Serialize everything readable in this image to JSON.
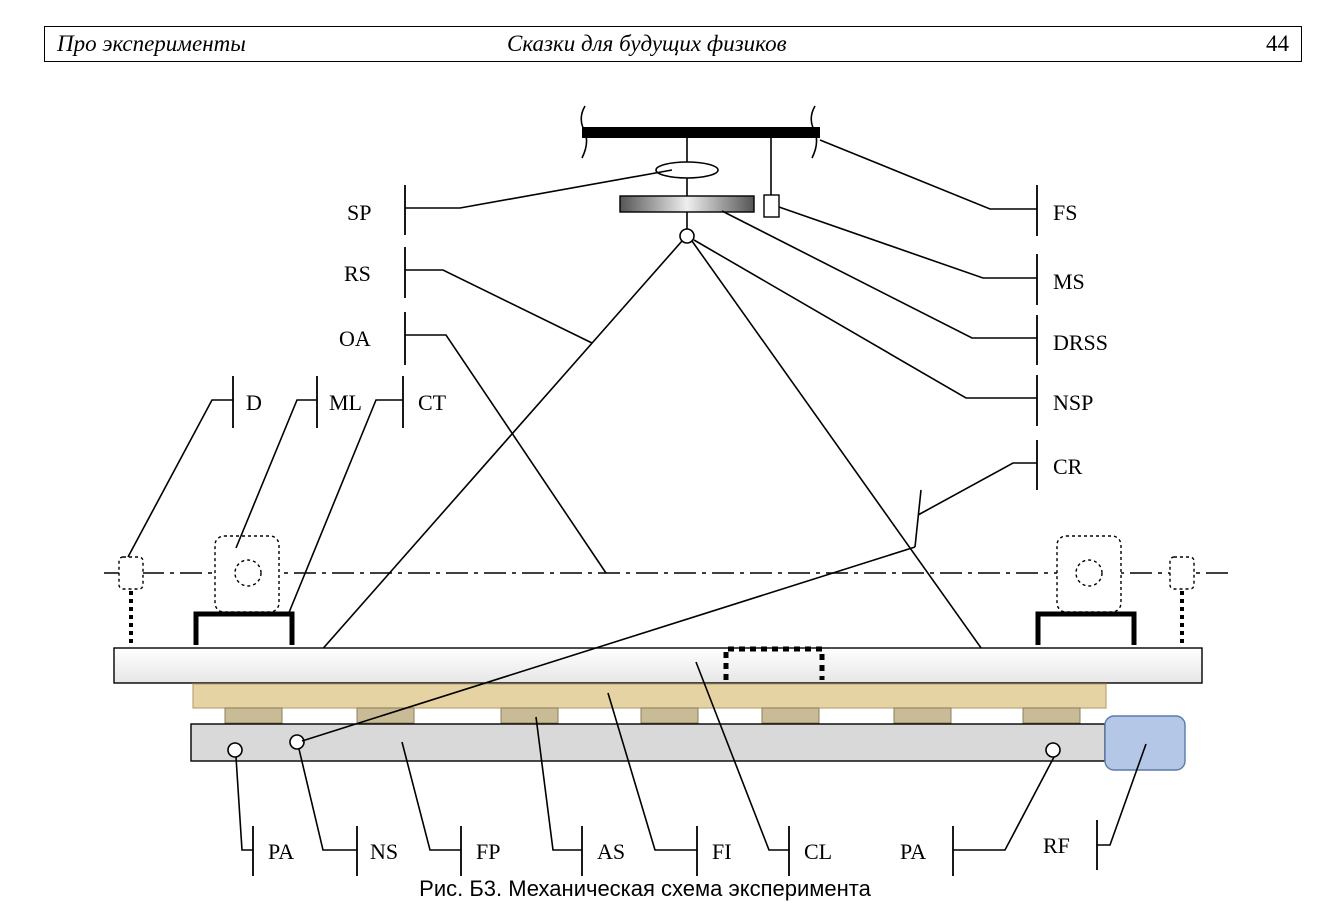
{
  "header": {
    "left": "Про эксперименты",
    "center": "Сказки для будущих физиков",
    "page": "44"
  },
  "labels": {
    "SP": "SP",
    "RS": "RS",
    "OA": "OA",
    "D": "D",
    "ML": "ML",
    "CT": "CT",
    "FS": "FS",
    "MS": "MS",
    "DRSS": "DRSS",
    "NSP": "NSP",
    "CR": "CR",
    "PA_left": "PA",
    "NS": "NS",
    "FP": "FP",
    "AS": "AS",
    "FI": "FI",
    "CL": "CL",
    "PA_right": "PA",
    "RF": "RF"
  },
  "caption": "Рис. Б3. Механическая схема эксперимента",
  "colors": {
    "rail_fill": "#f2f2f2",
    "wood_fill": "#e6d3a3",
    "support_fill": "#c8bb95",
    "platform_fill": "#d9d9d9",
    "motor_fill": "#b4c7e7",
    "motor_stroke": "#5b7aa8"
  }
}
